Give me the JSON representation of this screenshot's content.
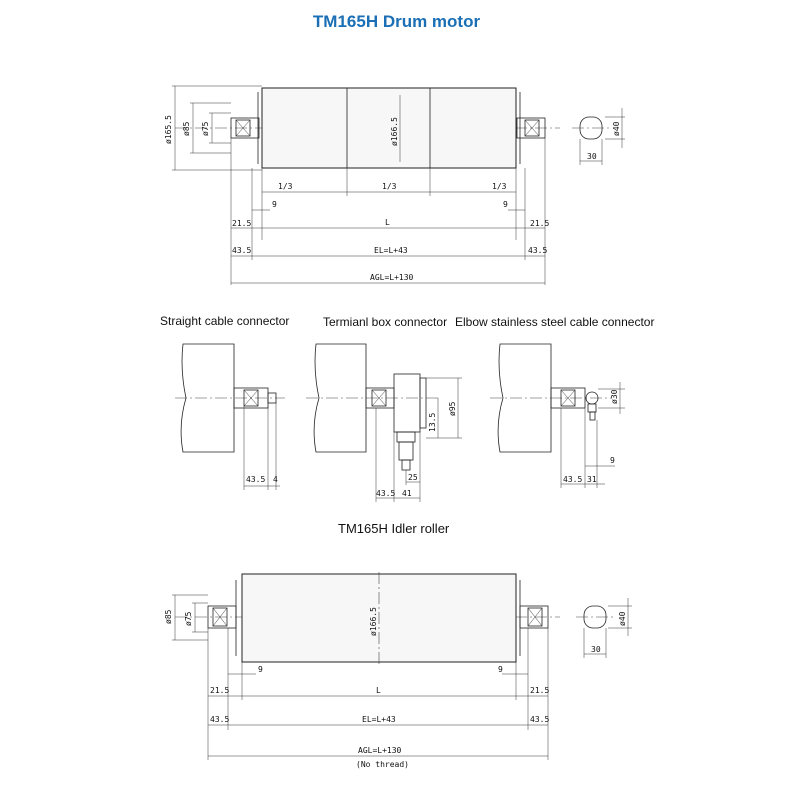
{
  "title": "TM165H Drum motor",
  "sections": {
    "straight": "Straight cable connector",
    "terminal": "Termianl box connector",
    "elbow": "Elbow stainless steel cable connector",
    "idler": "TM165H  Idler roller"
  },
  "drum": {
    "d165": "ø165.5",
    "d85": "ø85",
    "d75": "ø75",
    "d166": "ø166.5",
    "d40": "ø40",
    "w30": "30",
    "third": "1/3",
    "nine": "9",
    "a21": "21.5",
    "L": "L",
    "a43": "43.5",
    "EL": "EL=L+43",
    "AGL": "AGL=L+130"
  },
  "connectors": {
    "s43": "43.5",
    "s4": "4",
    "t135": "13.5",
    "t95": "ø95",
    "t25": "25",
    "t43": "43.5",
    "t41": "41",
    "e30": "ø30",
    "e9": "9",
    "e43": "43.5",
    "e31": "31"
  },
  "idler": {
    "d85": "ø85",
    "d75": "ø75",
    "d166": "ø166.5",
    "d40": "ø40",
    "w30": "30",
    "nine": "9",
    "a21": "21.5",
    "L": "L",
    "a43": "43.5",
    "EL": "EL=L+43",
    "AGL": "AGL=L+130",
    "note": "(No thread)"
  }
}
